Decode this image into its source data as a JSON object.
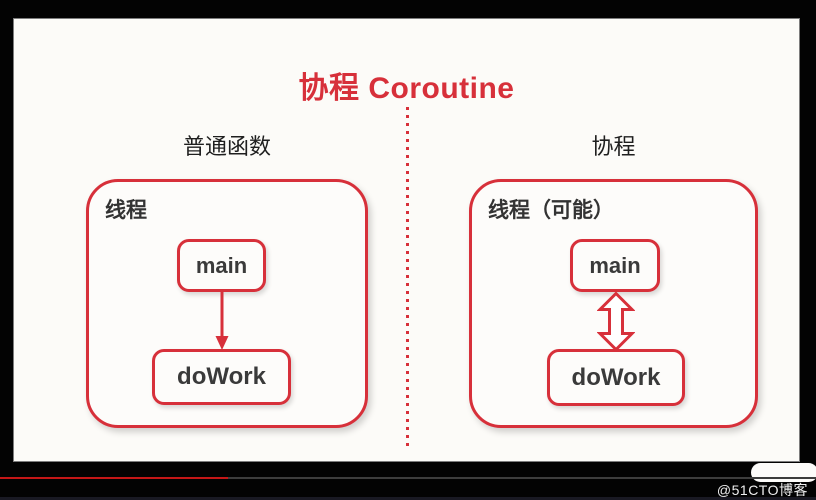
{
  "title": {
    "text": "协程 Coroutine"
  },
  "diagram": {
    "left": {
      "header": "普通函数",
      "thread_label": "线程",
      "nodes": {
        "main": "main",
        "dowork": "doWork"
      },
      "arrow_type": "single-down-arrow"
    },
    "right": {
      "header": "协程",
      "thread_label": "线程（可能）",
      "nodes": {
        "main": "main",
        "dowork": "doWork"
      },
      "arrow_type": "double-headed-arrow"
    },
    "divider": "red-dotted-vertical-line"
  },
  "player": {
    "watermark": "@51CTO博客",
    "progress_percent": 28
  },
  "colors": {
    "accent_red": "#d7303a",
    "text_dark": "#3a3a3a",
    "header_text": "#1f1f1f",
    "stage_bg": "#fcfbf8",
    "frame_bg": "#030303",
    "progress_fill": "#c51717",
    "progress_track": "#3d3d3d",
    "watermark_text": "#efefef"
  }
}
